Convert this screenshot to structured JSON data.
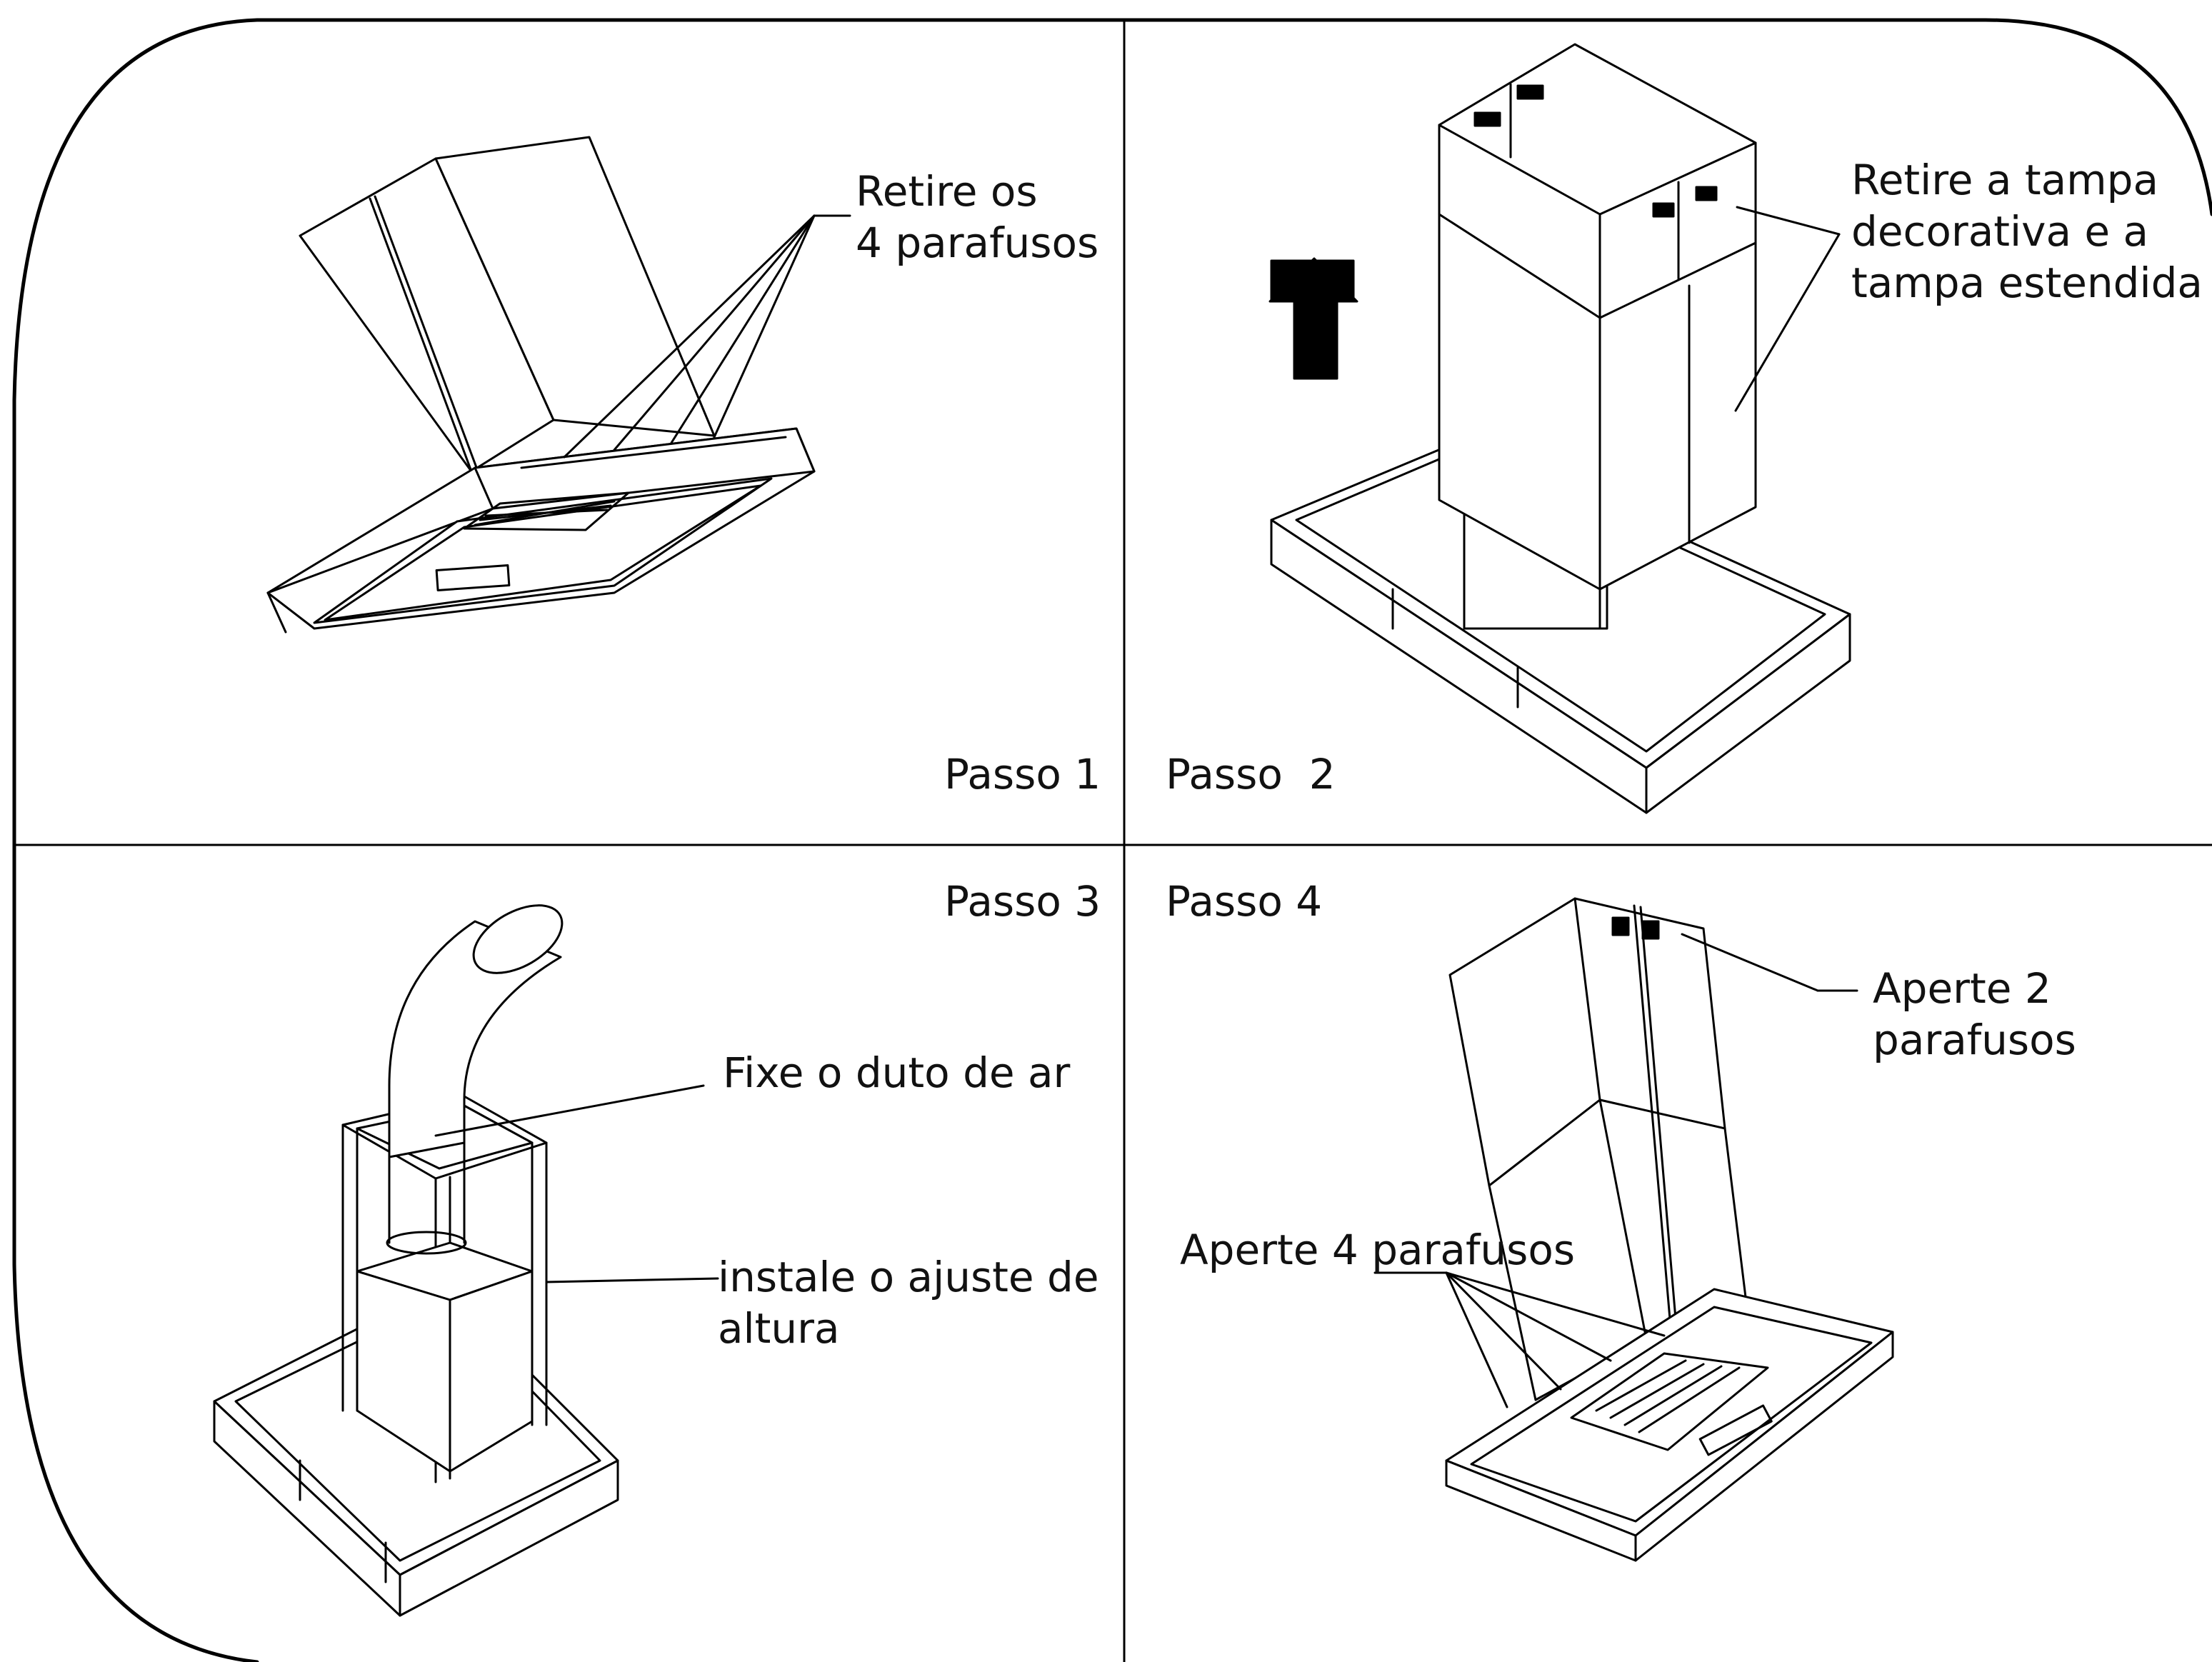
{
  "steps": [
    {
      "label": "Passo 1",
      "callouts": [
        "Retire os\n4 parafusos"
      ]
    },
    {
      "label": "Passo  2",
      "callouts": [
        "Retire a tampa\ndecorativa e a\ntampa estendida"
      ]
    },
    {
      "label": "Passo 3",
      "callouts": [
        "Fixe o duto de ar",
        "instale o ajuste de\naltura"
      ]
    },
    {
      "label": "Passo 4",
      "callouts": [
        "Aperte 2\nparafusos",
        "Aperte 4 parafusos"
      ]
    }
  ],
  "icons": {
    "up_arrow": "arrow-up-icon"
  }
}
